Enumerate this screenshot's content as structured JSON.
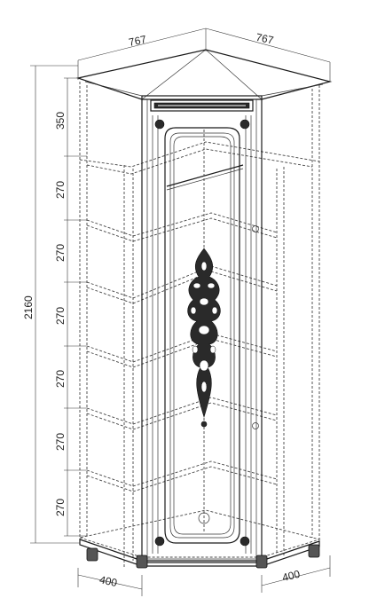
{
  "dimensions": {
    "top_left_width": "767",
    "top_right_width": "767",
    "total_height": "2160",
    "top_section_height": "350",
    "shelf_spacing": [
      "270",
      "270",
      "270",
      "270",
      "270",
      "270"
    ],
    "bottom_left_depth": "400",
    "bottom_right_depth": "400"
  }
}
